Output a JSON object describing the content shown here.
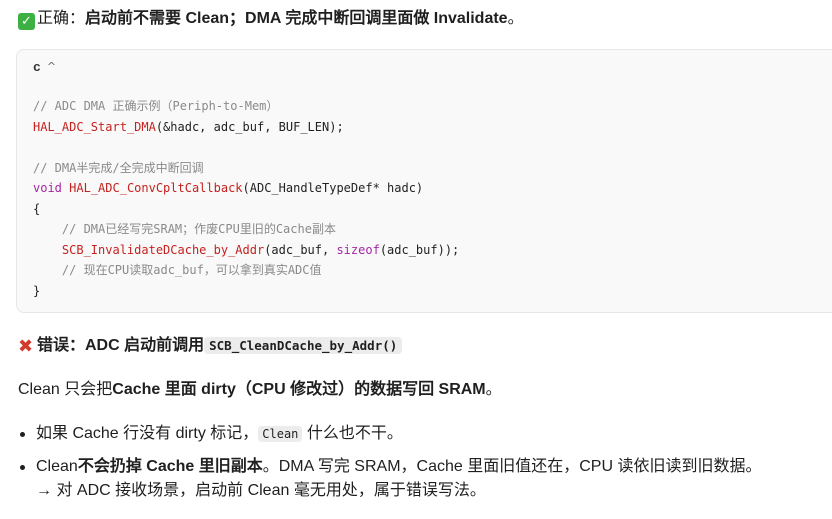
{
  "correct": {
    "prefix": "正确：",
    "bold": "启动前不需要 Clean；DMA 完成中断回调里面做 Invalidate",
    "suffix": "。"
  },
  "code_block": {
    "language": "c",
    "lines": [
      [
        {
          "t": "// ADC DMA 正确示例（Periph-to-Mem）",
          "c": "cmt"
        }
      ],
      [
        {
          "t": "HAL_ADC_Start_DMA",
          "c": "fn"
        },
        {
          "t": "(&hadc, adc_buf, BUF_LEN);",
          "c": "plain"
        }
      ],
      [],
      [
        {
          "t": "// DMA半完成/全完成中断回调",
          "c": "cmt"
        }
      ],
      [
        {
          "t": "void",
          "c": "kw"
        },
        {
          "t": " ",
          "c": "plain"
        },
        {
          "t": "HAL_ADC_ConvCpltCallback",
          "c": "fn"
        },
        {
          "t": "(ADC_HandleTypeDef* hadc)",
          "c": "plain"
        }
      ],
      [
        {
          "t": "{",
          "c": "plain"
        }
      ],
      [
        {
          "t": "    ",
          "c": "plain"
        },
        {
          "t": "// DMA已经写完SRAM；作废CPU里旧的Cache副本",
          "c": "cmt"
        }
      ],
      [
        {
          "t": "    ",
          "c": "plain"
        },
        {
          "t": "SCB_InvalidateDCache_by_Addr",
          "c": "fn"
        },
        {
          "t": "(adc_buf, ",
          "c": "plain"
        },
        {
          "t": "sizeof",
          "c": "kw"
        },
        {
          "t": "(adc_buf));",
          "c": "plain"
        }
      ],
      [
        {
          "t": "    ",
          "c": "plain"
        },
        {
          "t": "// 现在CPU读取adc_buf，可以拿到真实ADC值",
          "c": "cmt"
        }
      ],
      [
        {
          "t": "}",
          "c": "plain"
        }
      ]
    ]
  },
  "wrong": {
    "bold": "错误：ADC 启动前调用",
    "code": "SCB_CleanDCache_by_Addr()"
  },
  "paragraph": {
    "prefix": "Clean 只会把",
    "bold": "Cache 里面 dirty（CPU 修改过）的数据写回 SRAM",
    "suffix": "。"
  },
  "bullets": {
    "b1": {
      "prefix": "如果 Cache 行没有 dirty 标记，",
      "code": "Clean",
      "suffix": " 什么也不干。"
    },
    "b2": {
      "prefix": "Clean",
      "bold": "不会扔掉 Cache 里旧副本",
      "suffix": "。DMA 写完 SRAM，Cache 里面旧值还在，CPU 读依旧读到旧数据。",
      "line2": "→ 对 ADC 接收场景，启动前 Clean 毫无用处，属于错误写法。"
    }
  },
  "icons": {
    "correct": "check-mark-icon",
    "wrong": "cross-mark-icon"
  },
  "colors": {
    "check": "#3cb043",
    "cross": "#d23a2c",
    "fn": "#c5221f",
    "kw": "#a626a4",
    "comment": "#8a8a8a"
  }
}
